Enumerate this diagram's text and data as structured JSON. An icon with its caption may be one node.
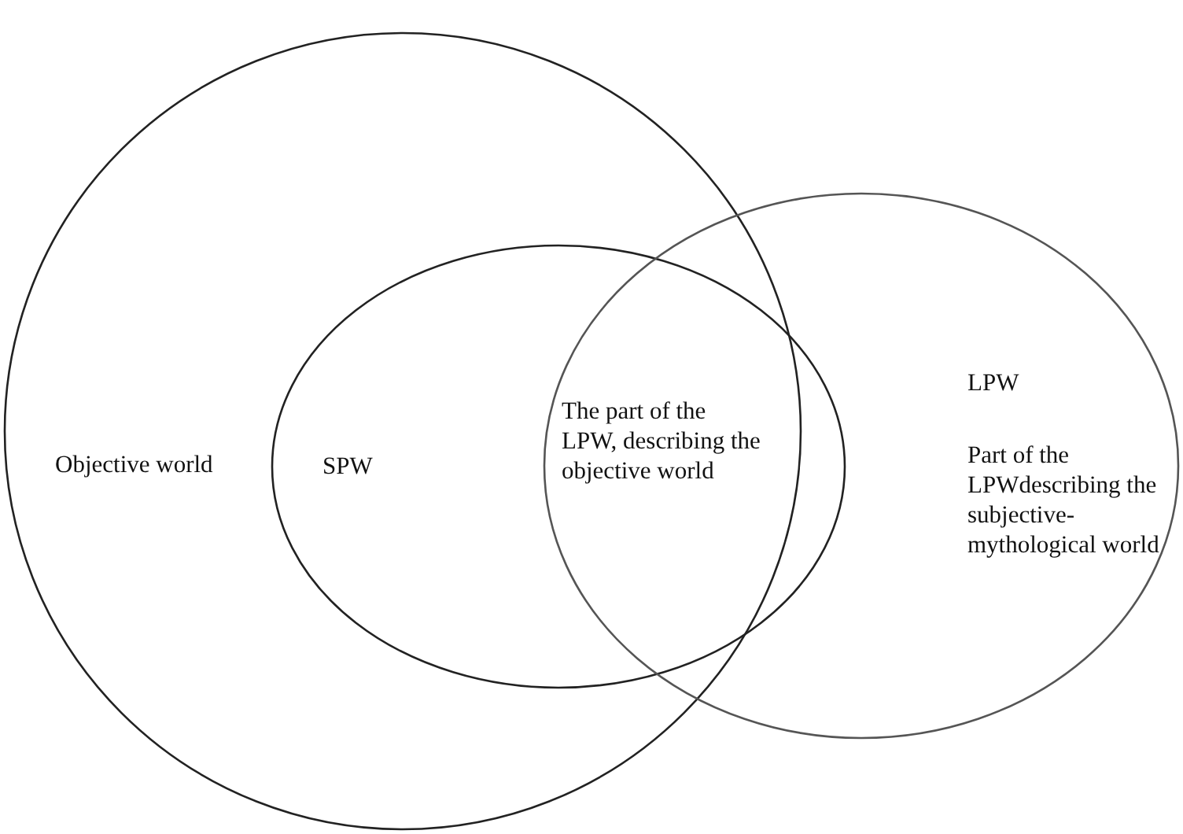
{
  "diagram": {
    "nodes": [
      {
        "text": [
          "Objective world"
        ]
      },
      {
        "text": [
          "SPW"
        ],
        "in": 0
      },
      {
        "text": [
          "LPW",
          "Part of the LPWdescribing the subjective-mythological world"
        ]
      }
    ],
    "labels": [
      "The part of the LPW, describing the objective world"
    ]
  }
}
